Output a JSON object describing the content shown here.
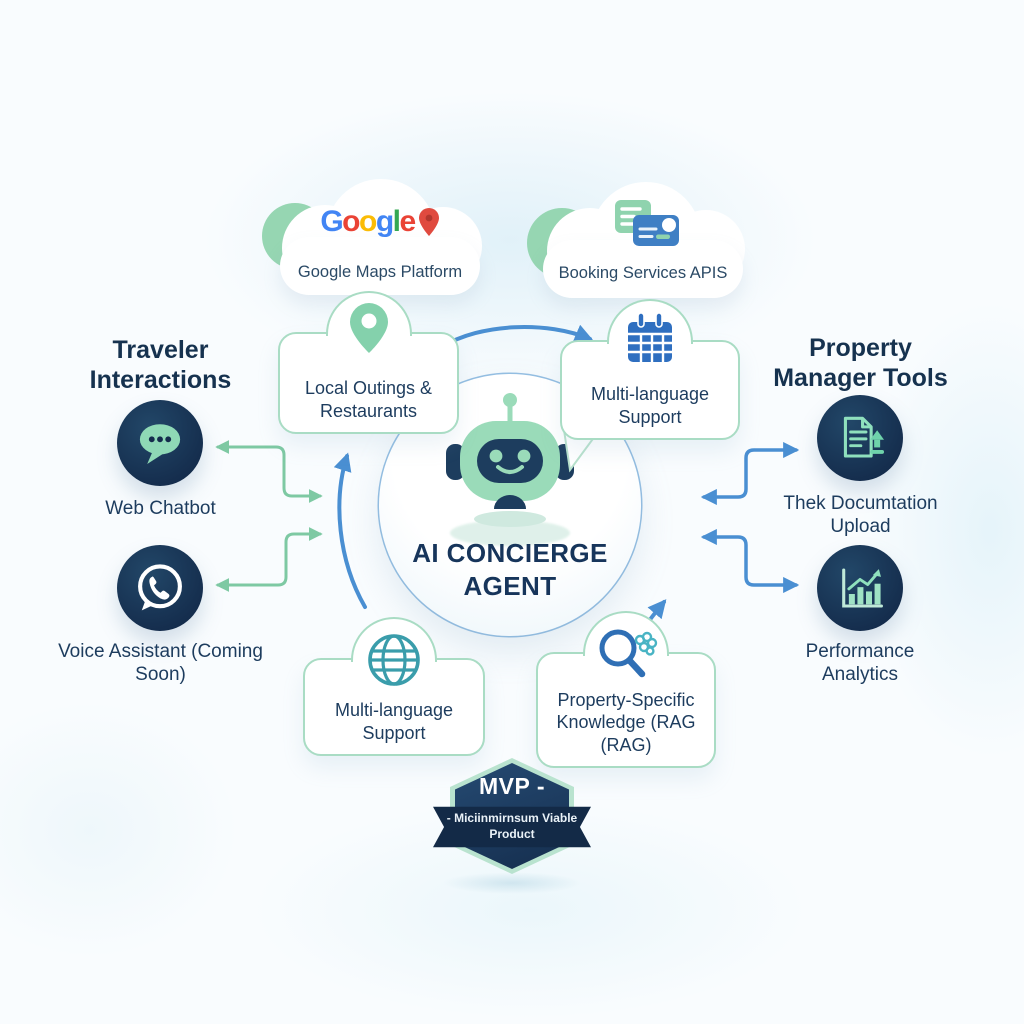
{
  "colors": {
    "navy": "#17355b",
    "mint": "#8fd3ae",
    "mint_border": "#a9dcc4",
    "green_arrow": "#7ec9a3",
    "blue_arrow": "#4a8fd2",
    "arc_blue": "#8ab8e0",
    "calendar_blue": "#2f6fc0",
    "globe_teal": "#3a9dab",
    "red_pin": "#e04a3f",
    "google_letter_colors": [
      "#4285F4",
      "#EA4335",
      "#FBBC05",
      "#4285F4",
      "#34A853",
      "#EA4335"
    ]
  },
  "clouds": {
    "google": {
      "logo": "Google",
      "label": "Google Maps Platform",
      "icon": "map-pin-red-icon"
    },
    "booking": {
      "label": "Booking Services APIS",
      "icons": [
        "document-card-icon",
        "credit-card-icon"
      ]
    }
  },
  "left_section": {
    "title": "Traveler Interactions",
    "items": [
      {
        "label": "Web Chatbot",
        "icon": "chat-bubble-icon"
      },
      {
        "label": "Voice Assistant (Coming Soon)",
        "icon": "whatsapp-icon"
      }
    ]
  },
  "right_section": {
    "title": "Property Manager Tools",
    "items": [
      {
        "label": "Thek Documtation Upload",
        "icon": "document-upload-icon"
      },
      {
        "label": "Performance Analytics",
        "icon": "bar-chart-icon"
      }
    ]
  },
  "center": {
    "title": "AI CONCIERGE AGENT",
    "icon": "robot-icon"
  },
  "feature_boxes": [
    {
      "label": "Local Outings & Restaurants",
      "icon": "map-pin-icon"
    },
    {
      "label": "Multi-language Support",
      "icon": "calendar-icon"
    },
    {
      "label": "Multi-language Support",
      "icon": "globe-icon"
    },
    {
      "label": "Property-Specific Knowledge (RAG (RAG)",
      "icon": "search-brain-icon"
    }
  ],
  "badge": {
    "title": "MVP -",
    "subtitle": "- Miciinmirnsum Viable Product"
  }
}
